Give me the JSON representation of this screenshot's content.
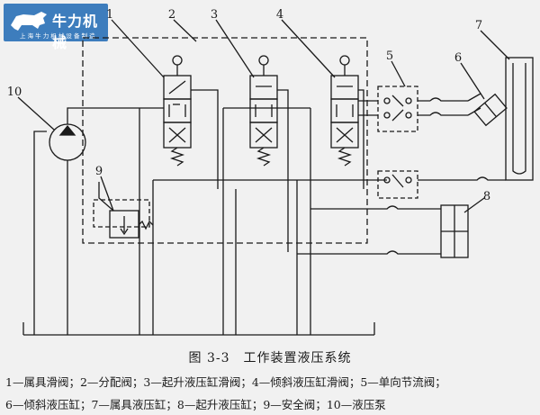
{
  "logo": {
    "text": "牛力机械",
    "subtitle": "上 海 牛 力 机 械 设 备 制 造"
  },
  "labels": {
    "n1": "1",
    "n2": "2",
    "n3": "3",
    "n4": "4",
    "n5": "5",
    "n6": "6",
    "n7": "7",
    "n8": "8",
    "n9": "9",
    "n10": "10"
  },
  "caption": "图 3-3　工作装置液压系统",
  "legend": {
    "line1": "1—属具滑阀；2—分配阀；3—起升液压缸滑阀；4—倾斜液压缸滑阀；5—单向节流阀；",
    "line2": "6—倾斜液压缸；7—属具液压缸；8—起升液压缸；9—安全阀；10—液压泵"
  },
  "colors": {
    "line": "#1a1a1a",
    "background": "#f1f1f1",
    "logo": "#3d7dbd"
  }
}
